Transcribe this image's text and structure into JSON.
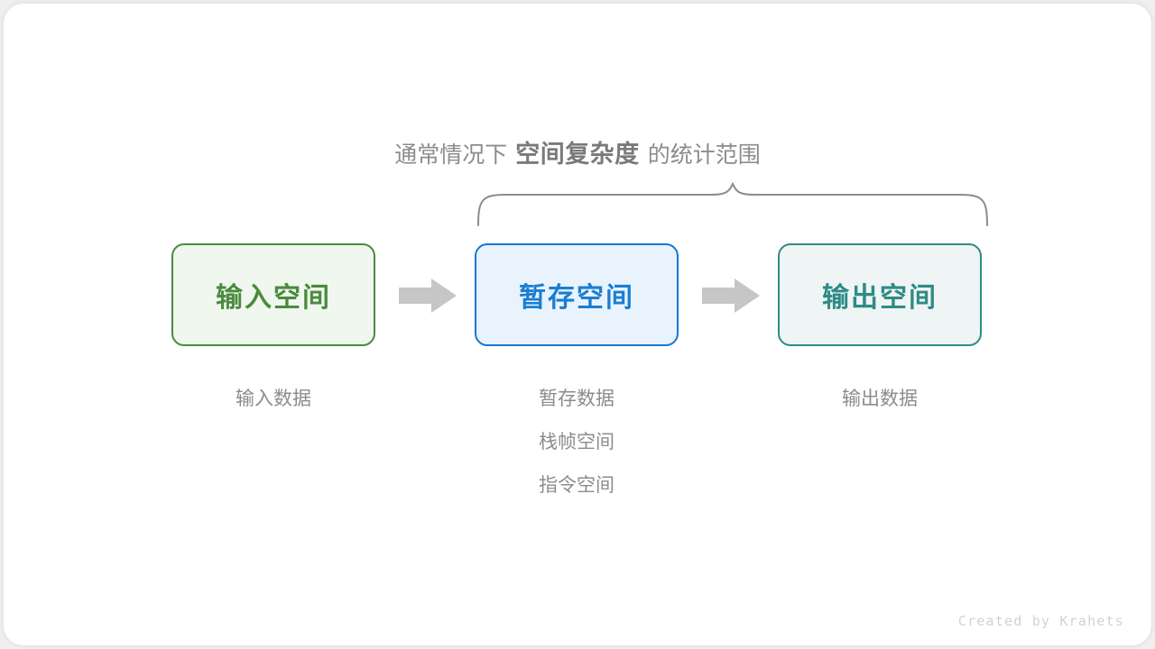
{
  "canvas": {
    "background_color": "#efefef",
    "card_color": "#ffffff"
  },
  "caption": {
    "prefix": "通常情况下",
    "emphasis": "空间复杂度",
    "suffix": "的统计范围",
    "text_color": "#8c8c8c",
    "emphasis_color": "#7a7a7a"
  },
  "brace": {
    "name": "scope-brace",
    "color": "#8c8c8c",
    "spans": [
      "暂存空间",
      "输出空间"
    ]
  },
  "flow": {
    "boxes": [
      {
        "id": "input",
        "label": "输入空间",
        "border_color": "#4a8b3f",
        "fill_color": "#f0f7ee",
        "text_color": "#4a8b3f"
      },
      {
        "id": "temp",
        "label": "暂存空间",
        "border_color": "#1678cd",
        "fill_color": "#e8f3fd",
        "text_color": "#1b7ed1"
      },
      {
        "id": "output",
        "label": "输出空间",
        "border_color": "#2e8b85",
        "fill_color": "#eef5f4",
        "text_color": "#2e8b85"
      }
    ],
    "arrow_color": "#c6c6c6",
    "arrows": [
      {
        "id": "arrow-1",
        "from": "输入空间",
        "to": "暂存空间"
      },
      {
        "id": "arrow-2",
        "from": "暂存空间",
        "to": "输出空间"
      }
    ]
  },
  "captions": {
    "input": [
      "输入数据"
    ],
    "temp": [
      "暂存数据",
      "栈帧空间",
      "指令空间"
    ],
    "output": [
      "输出数据"
    ],
    "color": "#8c8c8c"
  },
  "watermark": {
    "text": "Created by Krahets",
    "color": "#d2d2d2"
  }
}
